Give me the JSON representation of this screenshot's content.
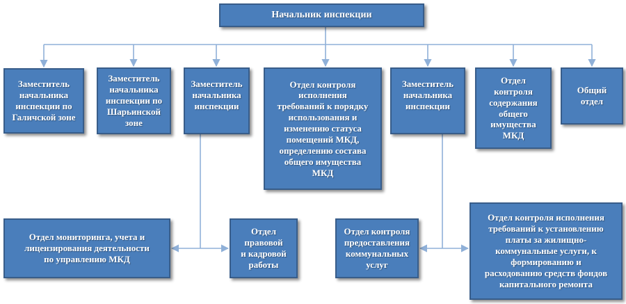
{
  "diagram": {
    "nodes": {
      "head": "Начальник инспекции",
      "deputy_galich": "Заместитель\nначальника\nинспекции по\nГаличской зоне",
      "deputy_sharya": "Заместитель\nначальника\nинспекции по\nШарьинской\nзоне",
      "deputy_1": "Заместитель\nначальника\nинспекции",
      "control_mkd_usage": "Отдел контроля\nисполнения\nтребований к порядку\nиспользования и\nизменению статуса\nпомещений МКД,\nопределению состава\nобщего имущества\nМКД",
      "deputy_2": "Заместитель\nначальника\nинспекции",
      "control_common_property": "Отдел\nконтроля\nсодержания\nобщего\nимущества\nМКД",
      "general_department": "Общий\nотдел",
      "monitoring_licensing": "Отдел мониторинга, учета и\nлицензирования деятельности\nпо управлению МКД",
      "legal_hr": "Отдел правовой\nи кадровой\nработы",
      "utilities_control": "Отдел контроля\nпредоставления\nкоммунальных\nуслуг",
      "fees_capital_repair": "Отдел контроля исполнения\nтребований к установлению\nплаты за жилищно-\nкоммунальные услуги, к\nформированию и\nрасходованию средств фондов\nкапитального ремонта"
    },
    "edges": [
      {
        "from": "head",
        "to": "deputy_galich"
      },
      {
        "from": "head",
        "to": "deputy_sharya"
      },
      {
        "from": "head",
        "to": "deputy_1"
      },
      {
        "from": "head",
        "to": "control_mkd_usage"
      },
      {
        "from": "head",
        "to": "deputy_2"
      },
      {
        "from": "head",
        "to": "control_common_property"
      },
      {
        "from": "head",
        "to": "general_department"
      },
      {
        "from": "deputy_1",
        "to": "monitoring_licensing"
      },
      {
        "from": "deputy_1",
        "to": "legal_hr"
      },
      {
        "from": "deputy_2",
        "to": "utilities_control"
      },
      {
        "from": "deputy_2",
        "to": "fees_capital_repair"
      }
    ],
    "colors": {
      "box_fill": "#4a7ebb",
      "box_border": "#385d8a",
      "connector": "#8fb0d8",
      "text": "#ffffff"
    }
  }
}
